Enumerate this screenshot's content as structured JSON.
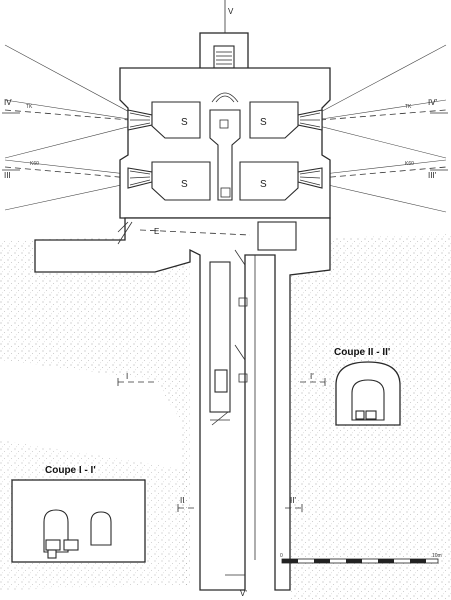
{
  "labels": {
    "top_arrow": "V",
    "section_IV_left": "IV",
    "section_IV_right": "IV'",
    "section_III_left": "III",
    "section_III_right": "III'",
    "tk_left": "TK",
    "tk_right": "TK",
    "k60_left": "K60",
    "k60_right": "K60",
    "room_s1": "S",
    "room_s2": "S",
    "room_s3": "S",
    "room_s4": "S",
    "corridor_mark": "E",
    "section_I_left": "I",
    "section_I_right": "I'",
    "section_II_left": "II",
    "section_II_right": "II'",
    "bottom_arrow": "V'",
    "coupe_1_title": "Coupe I - I'",
    "coupe_2_title": "Coupe II - II'",
    "scale_0": "0",
    "scale_end": "10m"
  }
}
